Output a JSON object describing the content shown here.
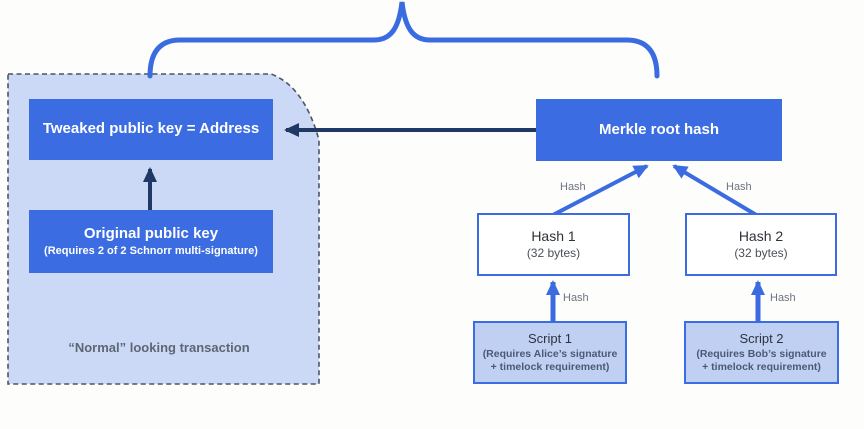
{
  "colors": {
    "box_blue": "#3B6CE1",
    "bright_blue": "#3A6BE0",
    "dark_navy": "#1F3864",
    "light_blue_fill": "#CBD8F6",
    "script_fill": "#C0D0F3",
    "gray_label": "#6D7380"
  },
  "document": {
    "caption": "“Normal” looking transaction"
  },
  "nodes": {
    "tweaked_public_key": {
      "title": "Tweaked public key = Address"
    },
    "original_public_key": {
      "title": "Original public key",
      "subtitle": "(Requires 2 of 2 Schnorr multi-signature)"
    },
    "merkle_root": {
      "title": "Merkle root hash"
    },
    "hash1": {
      "title": "Hash 1",
      "subtitle": "(32 bytes)"
    },
    "hash2": {
      "title": "Hash 2",
      "subtitle": "(32 bytes)"
    },
    "script1": {
      "title": "Script 1",
      "subtitle": "(Requires Alice’s signature + timelock requirement)"
    },
    "script2": {
      "title": "Script 2",
      "subtitle": "(Requires Bob’s signature + timelock requirement)"
    }
  },
  "edge_labels": {
    "hash1_to_merkle": "Hash",
    "hash2_to_merkle": "Hash",
    "script1_to_hash1": "Hash",
    "script2_to_hash2": "Hash"
  }
}
